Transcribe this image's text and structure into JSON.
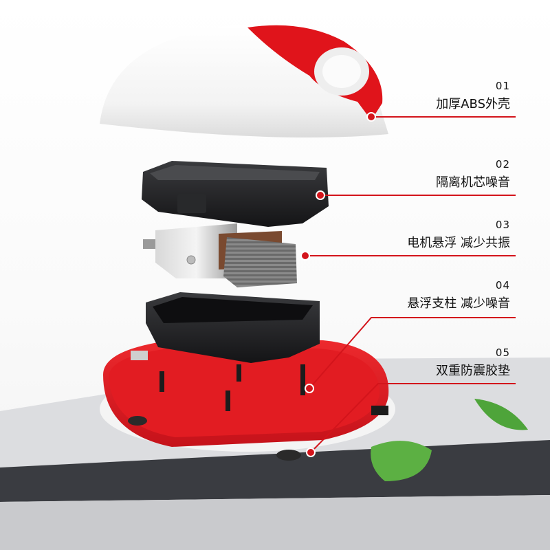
{
  "callouts": [
    {
      "num": "01",
      "text": "加厚ABS外壳"
    },
    {
      "num": "02",
      "text": "隔离机芯噪音"
    },
    {
      "num": "03",
      "text": "电机悬浮 减少共振"
    },
    {
      "num": "04",
      "text": "悬浮支柱 减少噪音"
    },
    {
      "num": "05",
      "text": "双重防震胶垫"
    }
  ],
  "colors": {
    "accent_red": "#d3141b",
    "case_black": "#1d1d1f",
    "shell_white": "#ffffff",
    "table_gray": "#d9dadd",
    "floor_dark": "#2c2e33",
    "leaf_green": "#4ea43a"
  }
}
